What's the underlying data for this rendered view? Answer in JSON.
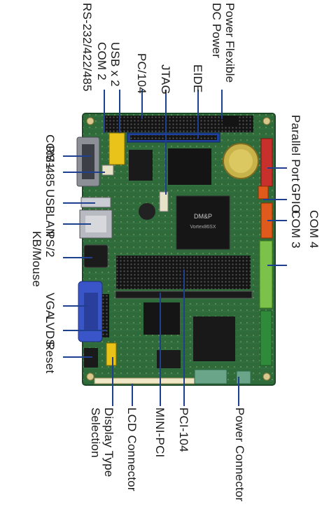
{
  "labels": {
    "rs232": "RS-232/422/485",
    "usb_line1": "USB x 2",
    "usb_line2": "COM 2",
    "pc104": "PC/104",
    "jtag": "JTAG",
    "eide": "EIDE",
    "dcpower_line1": "Power Flexible",
    "dcpower_line2": "DC Power",
    "parallel": "Parallel Port",
    "gpio": "GPIO",
    "com3": "COM 3",
    "com4": "COM 4",
    "com1": "COM1",
    "rs485": "RS-485",
    "usb": "USB",
    "lan": "LAN",
    "ps2_line1": "PS/2",
    "ps2_line2": "KB/Mouse",
    "vga": "VGA",
    "lvds": "LVDS",
    "reset": "Reset",
    "display_line1": "Display Type",
    "display_line2": "Selection",
    "lcd": "LCD Connector",
    "minipci": "MINI-PCI",
    "pci104": "PCI-104",
    "power_connector": "Power Connector"
  },
  "chip_markings": {
    "cpu": "DM&P",
    "cpu_sub": "Vortex86SX"
  },
  "colors": {
    "pcb": "#2f6a3a",
    "leader": "#1f3f8f",
    "parallel": "#c8302c",
    "gpio": "#e05a1c",
    "com_header": "#7cc24a",
    "ide": "#1e3f9c",
    "vga": "#3a55c7"
  }
}
